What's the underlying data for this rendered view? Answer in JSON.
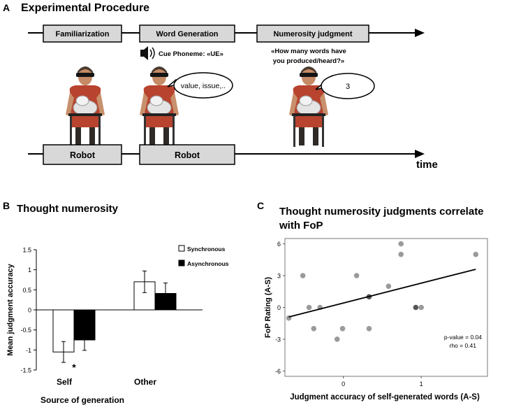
{
  "panel_a": {
    "letter": "A",
    "title": "Experimental Procedure",
    "top_phases": [
      "Familiarization",
      "Word Generation",
      "Numerosity judgment"
    ],
    "bottom_phases": [
      "Robot",
      "Robot"
    ],
    "cue_label": "Cue Phoneme: «UE»",
    "question_line1": "«How many words have",
    "question_line2": "you produced/heard?»",
    "speech_words": "value, issue,..",
    "speech_count": "3",
    "time_label": "time",
    "speaker_icon": "speaker-icon",
    "figure_icon": "person-with-robot-icon"
  },
  "panel_b": {
    "letter": "B",
    "title": "Thought numerosity"
  },
  "panel_c": {
    "letter": "C",
    "title_line1": "Thought numerosity judgments correlate",
    "title_line2": "with FoP"
  },
  "chart_data": [
    {
      "type": "bar",
      "title": "Thought numerosity",
      "xlabel": "Source of generation",
      "ylabel": "Mean judgment accuracy",
      "categories": [
        "Self",
        "Other"
      ],
      "ylim": [
        -1.5,
        1.5
      ],
      "yticks": [
        "1.5",
        "1",
        "0.5",
        "0",
        "-0.5",
        "-1",
        "-1.5"
      ],
      "legend_position": "top-right",
      "series": [
        {
          "name": "Synchronous",
          "color": "#ffffff",
          "values": [
            -1.05,
            0.7
          ],
          "errors": [
            0.26,
            0.27
          ]
        },
        {
          "name": "Asynchronous",
          "color": "#000000",
          "values": [
            -0.75,
            0.41
          ],
          "errors": [
            0.26,
            0.26
          ]
        }
      ],
      "annotation": "*"
    },
    {
      "type": "scatter",
      "title": "Thought numerosity judgments correlate with FoP",
      "xlabel": "Judgment accuracy of self-generated words (A-S)",
      "ylabel": "FoP Rating (A-S)",
      "xlim": [
        -0.75,
        1.85
      ],
      "ylim": [
        -6.5,
        6.5
      ],
      "xticks": [
        "0",
        "1"
      ],
      "yticks": [
        "6",
        "3",
        "0",
        "-3",
        "-6"
      ],
      "points": [
        {
          "x": -0.7,
          "y": -1
        },
        {
          "x": -0.52,
          "y": 3
        },
        {
          "x": -0.44,
          "y": 0
        },
        {
          "x": -0.38,
          "y": -2
        },
        {
          "x": -0.3,
          "y": 0
        },
        {
          "x": -0.08,
          "y": -3
        },
        {
          "x": -0.01,
          "y": -2
        },
        {
          "x": 0.17,
          "y": 3
        },
        {
          "x": 0.33,
          "y": 1
        },
        {
          "x": 0.33,
          "y": -2
        },
        {
          "x": 0.58,
          "y": 2
        },
        {
          "x": 0.74,
          "y": 6
        },
        {
          "x": 0.74,
          "y": 5
        },
        {
          "x": 0.93,
          "y": 0
        },
        {
          "x": 1.0,
          "y": 0
        },
        {
          "x": 1.7,
          "y": 5
        }
      ],
      "fit_line": {
        "x": [
          -0.7,
          1.7
        ],
        "y": [
          -0.9,
          3.6
        ]
      },
      "stats_line1": "p-value = 0.04",
      "stats_line2": "rho = 0.41"
    }
  ]
}
